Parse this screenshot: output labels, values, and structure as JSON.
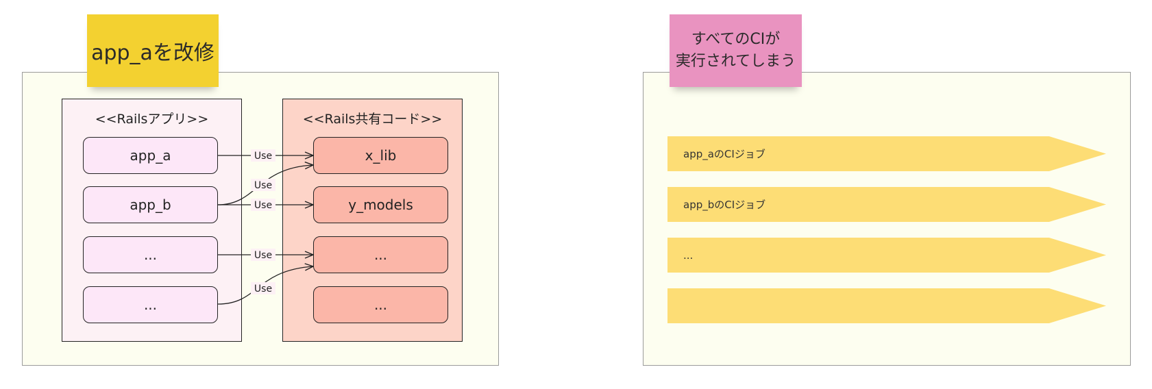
{
  "left_panel": {
    "sticky": "app_aを改修",
    "rails_group": {
      "title": "<<Railsアプリ>>",
      "nodes": [
        "app_a",
        "app_b",
        "...",
        "..."
      ]
    },
    "shared_group": {
      "title": "<<Rails共有コード>>",
      "nodes": [
        "x_lib",
        "y_models",
        "...",
        "..."
      ]
    },
    "edges": [
      {
        "from": "app_a",
        "to": "x_lib",
        "label": "Use"
      },
      {
        "from": "app_b",
        "to": "x_lib",
        "label": "Use"
      },
      {
        "from": "app_b",
        "to": "y_models",
        "label": "Use"
      },
      {
        "from": "...",
        "to": "...",
        "label": "Use"
      },
      {
        "from": "...",
        "to": "...",
        "label": "Use"
      }
    ]
  },
  "right_panel": {
    "sticky": "すべてのCIが\n実行されてしまう",
    "jobs": [
      "app_aのCIジョブ",
      "app_bのCIジョブ",
      "...",
      ""
    ]
  },
  "colors": {
    "panel_bg": "#fdfef0",
    "sticky_yellow": "#f3d130",
    "sticky_pink": "#e993c0",
    "app_node": "#fde7f8",
    "lib_node": "#fbb6a8",
    "job_arrow": "#fddd75"
  }
}
